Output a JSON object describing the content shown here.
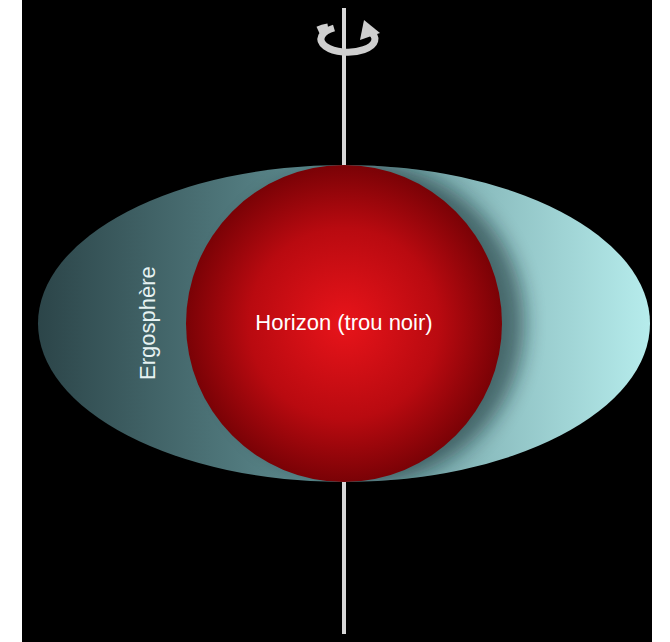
{
  "diagram": {
    "nodes": [
      {
        "text": [
          "Ergosphère"
        ]
      },
      {
        "text": [
          "Horizon (trou noir)"
        ],
        "in": 0
      }
    ]
  }
}
